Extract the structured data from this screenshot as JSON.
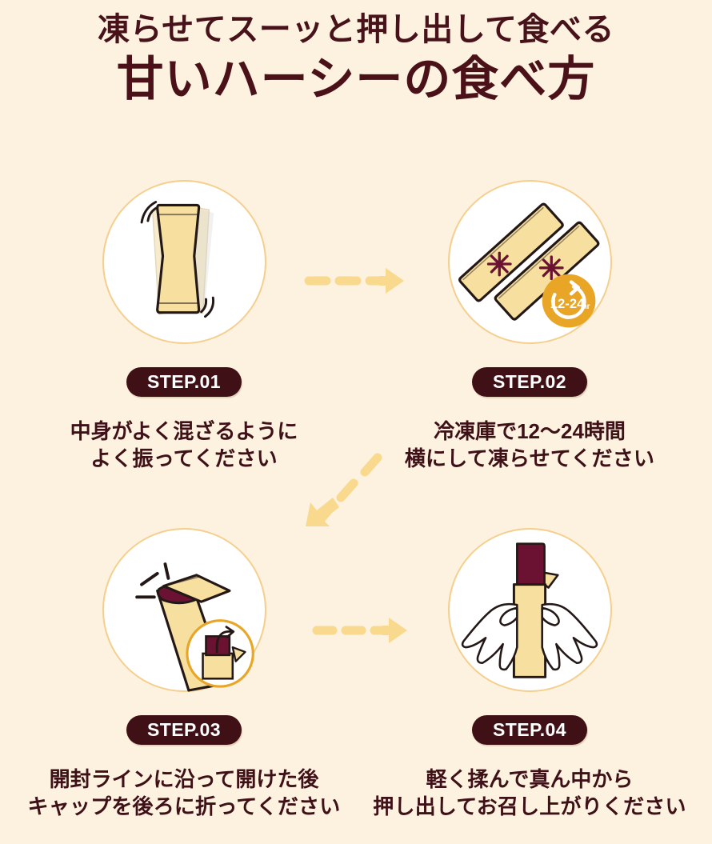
{
  "header": {
    "subtitle": "凍らせてスーッと押し出して食べる",
    "title": "甘いハーシーの食べ方"
  },
  "colors": {
    "background": "#FDF1DF",
    "text_dark": "#3E1017",
    "badge_bg": "#3F1015",
    "badge_text": "#FFFFFF",
    "circle_bg": "#FFFFFF",
    "circle_border": "#F4CF8E",
    "pouch_fill": "#F7DFA0",
    "pouch_outline": "#231815",
    "contents_fill": "#6B1233",
    "arrow_color": "#F8D98E",
    "accent_orange": "#E8A526"
  },
  "steps": [
    {
      "badge": "STEP.01",
      "caption_line1": "中身がよく混ざるように",
      "caption_line2": "よく振ってください",
      "illustration": "shake-pouch-icon"
    },
    {
      "badge": "STEP.02",
      "caption_line1": "冷凍庫で12〜24時間",
      "caption_line2": "横にして凍らせてください",
      "illustration": "freeze-pouch-icon",
      "timer_badge": {
        "value": "12-24",
        "unit": "hr",
        "icon": "rotate-clock-icon"
      }
    },
    {
      "badge": "STEP.03",
      "caption_line1": "開封ラインに沿って開けた後",
      "caption_line2": "キャップを後ろに折ってください",
      "illustration": "open-pouch-icon",
      "inset_icon": "fold-cap-back-icon"
    },
    {
      "badge": "STEP.04",
      "caption_line1": "軽く揉んで真ん中から",
      "caption_line2": "押し出してお召し上がりください",
      "illustration": "squeeze-pouch-hands-icon"
    }
  ],
  "arrows": [
    {
      "name": "arrow-step1-to-step2",
      "direction": "right"
    },
    {
      "name": "arrow-step2-to-step3",
      "direction": "down-left"
    },
    {
      "name": "arrow-step3-to-step4",
      "direction": "right"
    }
  ]
}
